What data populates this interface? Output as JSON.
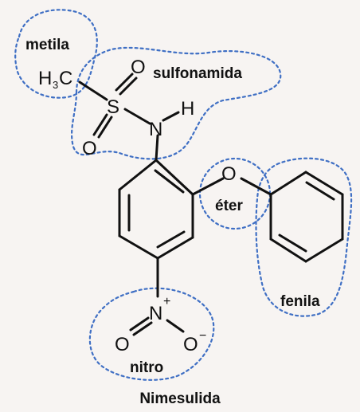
{
  "groups": {
    "metila": "metila",
    "sulfonamida": "sulfonamida",
    "eter": "éter",
    "fenila": "fenila",
    "nitro": "nitro"
  },
  "atoms": {
    "h3c_h": "H",
    "h3c_sub": "3",
    "h3c_c": "C",
    "s": "S",
    "o_top": "O",
    "o_bottom": "O",
    "h": "H",
    "n_amide": "N",
    "o_ether": "O",
    "n_nitro": "N",
    "n_nitro_charge": "+",
    "o_nitro_left": "O",
    "o_nitro_right": "O",
    "o_nitro_right_charge": "−"
  },
  "caption": "Nimesulida",
  "colors": {
    "region_outline": "#3f6fc4",
    "ink": "#111111",
    "background": "#f7f4f2"
  }
}
